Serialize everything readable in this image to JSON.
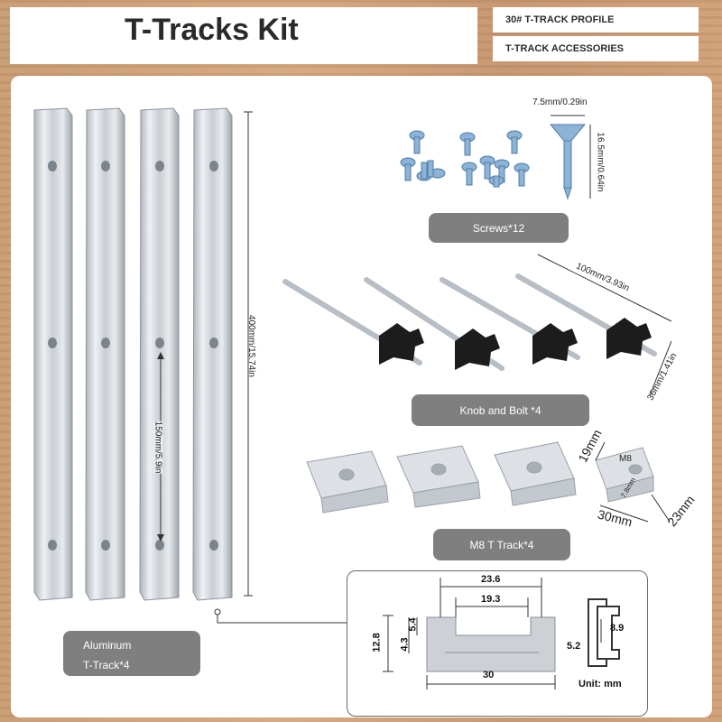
{
  "header": {
    "title": "T-Tracks Kit",
    "badge_profile": "30# T-TRACK PROFILE",
    "badge_accessories": "T-TRACK ACCESSORIES"
  },
  "rails": {
    "length_label": "400mm/15.74in",
    "hole_spacing_label": "150mm/5.9in",
    "pill_line1": "Aluminum",
    "pill_line2": "T-Track*4"
  },
  "screws": {
    "width_label": "7.5mm/0.29in",
    "length_label": "16.5mm/0.64in",
    "pill": "Screws*12"
  },
  "knob_bolts": {
    "length_label": "100mm/3.93in",
    "knob_label": "36mm/1.41in",
    "pill": "Knob and Bolt *4"
  },
  "t_nuts": {
    "thread_label": "M8",
    "depth_label": "19mm",
    "length_label": "30mm",
    "width_label": "23mm",
    "hole_label": "7.8mm",
    "pill": "M8 T Track*4"
  },
  "profile_diagram": {
    "top_width": "23.6",
    "inner_width": "19.3",
    "height": "12.8",
    "lip_depth": "4.3",
    "lip_height": "5.4",
    "bottom_width": "30",
    "side_8_9": "8.9",
    "side_5_2": "5.2",
    "unit": "Unit: mm"
  },
  "colors": {
    "pill_gray": "#7f7f7f",
    "aluminum": "#d3d7dc",
    "screw_blue": "#8db3d6"
  }
}
